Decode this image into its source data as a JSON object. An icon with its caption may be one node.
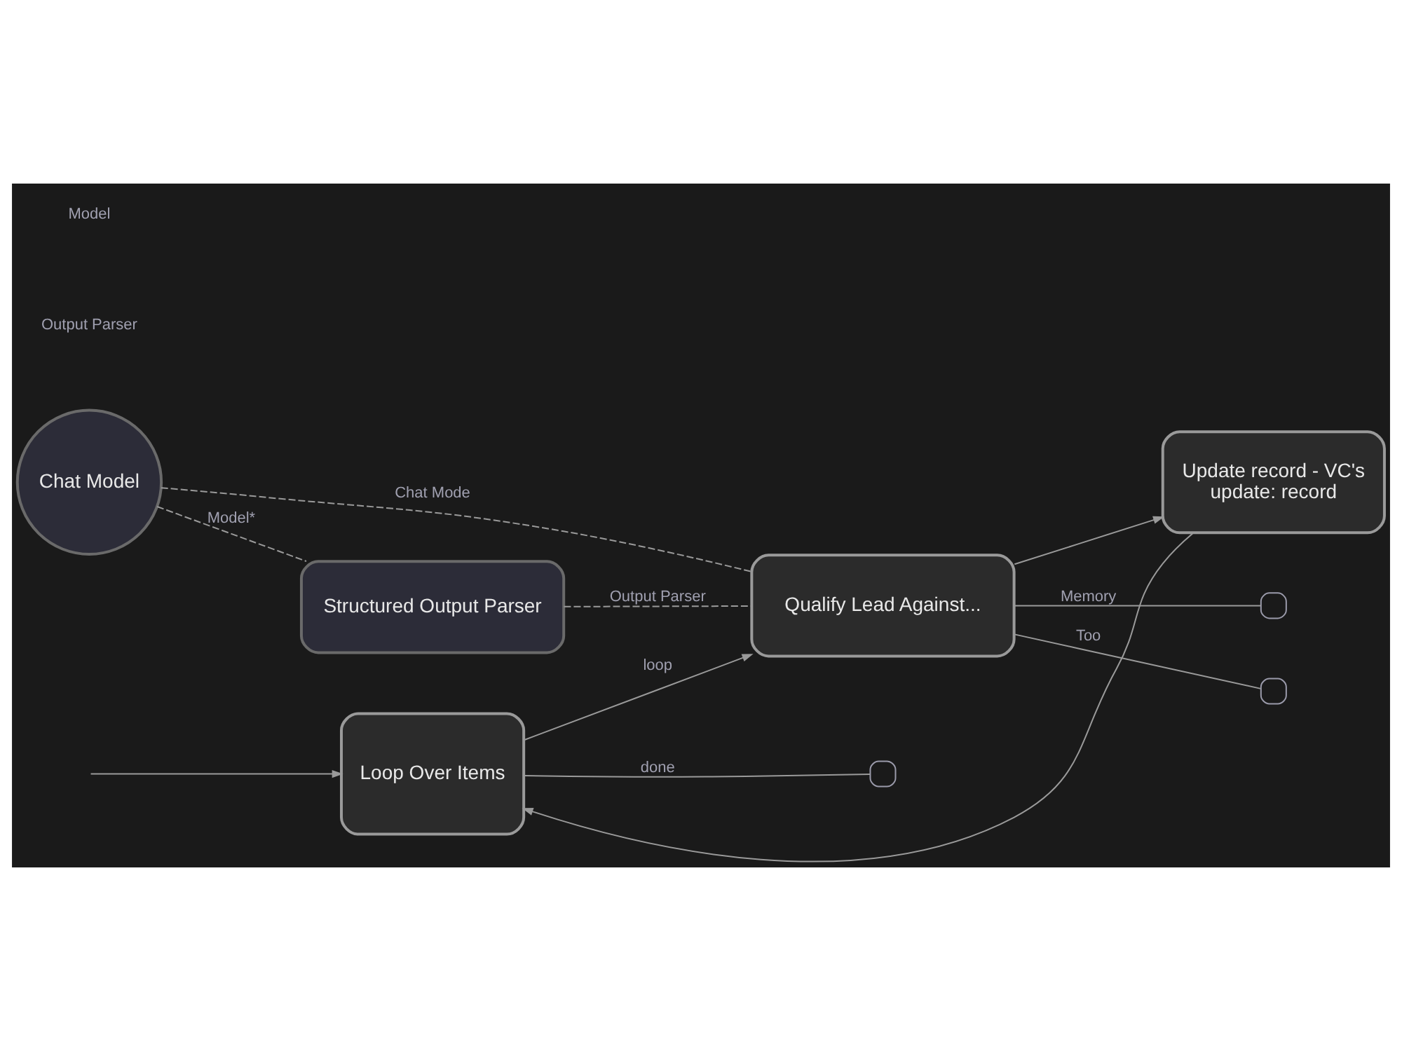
{
  "diagram": {
    "nodes": [
      {
        "text": [
          "Loop Over Items"
        ]
      },
      {
        "text": [],
        "shape": "box"
      },
      {
        "text": [
          "Qualify Lead Against..."
        ]
      },
      {
        "text": [
          "Update record - VC's",
          "update: record"
        ]
      },
      {
        "text": [],
        "shape": "box"
      },
      {
        "text": [],
        "shape": "box"
      },
      {
        "text": [
          "Structured Output Parser"
        ]
      },
      {
        "text": [
          "Chat Model"
        ]
      }
    ],
    "edges": [
      {
        "from": null,
        "to": 0,
        "arrow": "to"
      },
      {
        "from": 0,
        "to": 1,
        "label": "done",
        "arrow": "none"
      },
      {
        "from": 0,
        "to": 2,
        "label": "loop",
        "arrow": "to"
      },
      {
        "from": 2,
        "to": 3,
        "arrow": "to"
      },
      {
        "from": 3,
        "to": 0,
        "arrow": "to"
      },
      {
        "from": 2,
        "to": 4,
        "label": "Memory",
        "arrow": "none"
      },
      {
        "from": 2,
        "to": 5,
        "label": "Too",
        "arrow": "none"
      },
      {
        "from": 7,
        "to": 2,
        "label": "Chat Mode",
        "arrow": "none",
        "style": "dashed"
      },
      {
        "from": 6,
        "to": 2,
        "label": "Output Parser",
        "arrow": "none",
        "style": "dashed"
      },
      {
        "from": 7,
        "to": 6,
        "label": "Model*",
        "arrow": "none",
        "style": "dashed"
      }
    ],
    "labels": [
      "Output Parser",
      "Model"
    ]
  }
}
